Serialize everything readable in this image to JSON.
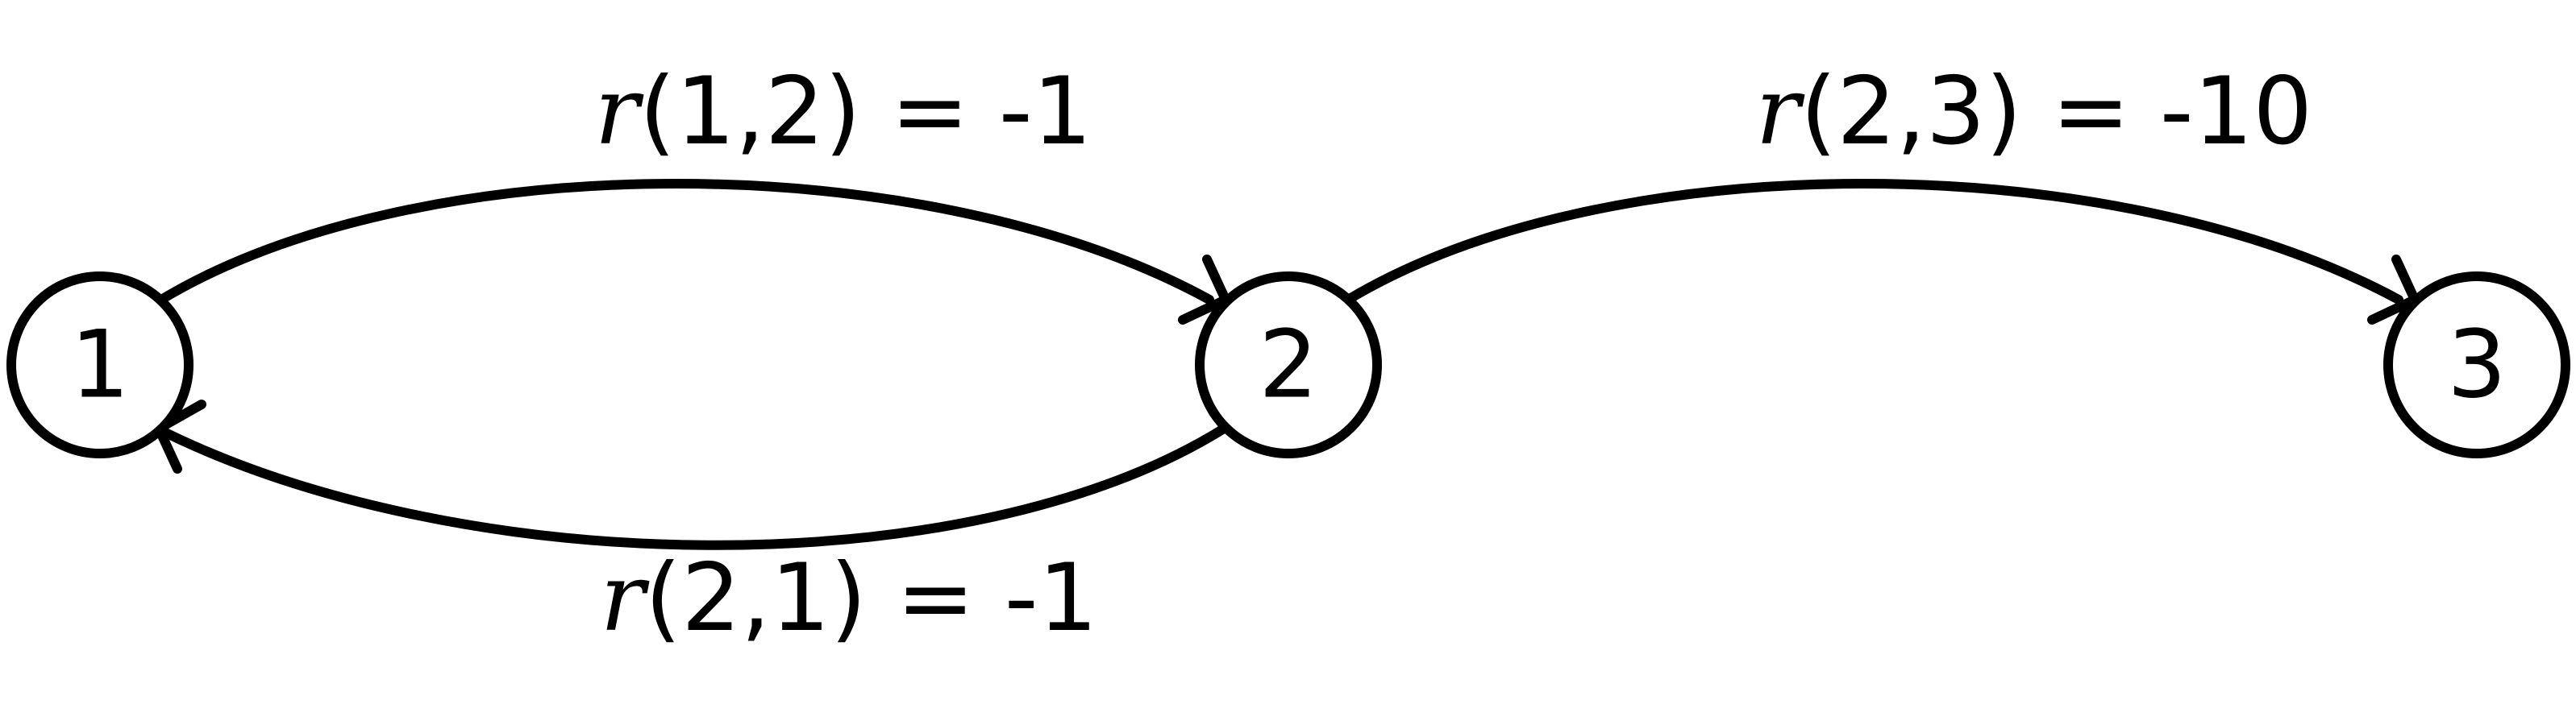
{
  "nodes": [
    {
      "id": "1",
      "label": "1"
    },
    {
      "id": "2",
      "label": "2"
    },
    {
      "id": "3",
      "label": "3"
    }
  ],
  "edges": [
    {
      "from": "1",
      "to": "2",
      "fn": "r",
      "args": "(1,2)",
      "value": " = -1"
    },
    {
      "from": "2",
      "to": "3",
      "fn": "r",
      "args": "(2,3)",
      "value": " = -10"
    },
    {
      "from": "2",
      "to": "1",
      "fn": "r",
      "args": "(2,1)",
      "value": " = -1"
    }
  ],
  "colors": {
    "stroke": "#000000",
    "background": "#ffffff"
  }
}
